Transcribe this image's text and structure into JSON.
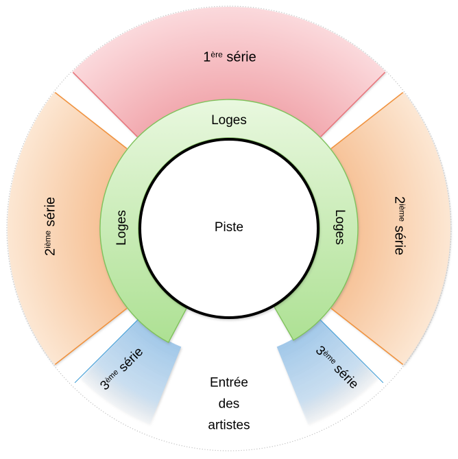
{
  "diagram": {
    "type": "circus-seating-plan",
    "center_label": "Piste",
    "loges_label": "Loges",
    "entrance_lines": [
      "Entrée",
      "des",
      "artistes"
    ],
    "series": {
      "first": {
        "base": "1",
        "sup": "ère",
        "rest": "série"
      },
      "second": {
        "base": "2",
        "sup": "ième",
        "rest": "série"
      },
      "third": {
        "base": "3",
        "sup": "ème",
        "rest": "série"
      }
    },
    "colors": {
      "serie1_inner": "#F1A6AC",
      "serie1_outer": "#FBD9DC",
      "serie1_border": "#E8767C",
      "serie2_inner": "#F6C094",
      "serie2_outer": "#FCE7D3",
      "ser2_note": "",
      "serie2_border": "#F0923E",
      "serie3_inner": "#9EC6E8",
      "serie3_outer": "#E9F2FB",
      "serie3_border": "#3C9BD5",
      "loges_top": "#E9F8DF",
      "loges_bottom": "#A9DF8E",
      "loges_border": "#7FC25B",
      "piste_fill": "#FFFFFF",
      "piste_border": "#000000",
      "outer_rim": "#BFBFBF"
    }
  }
}
